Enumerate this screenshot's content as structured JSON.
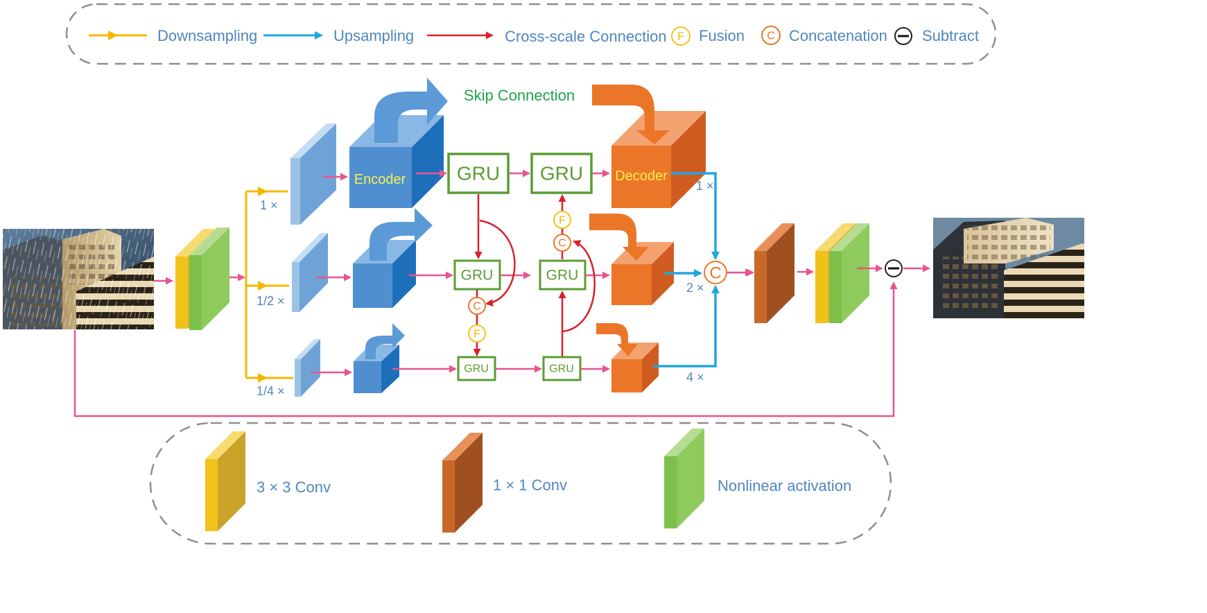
{
  "legend_top": {
    "downsampling": "Downsampling",
    "upsampling": "Upsampling",
    "cross_scale": "Cross-scale Connection",
    "fusion": "Fusion",
    "concatenation": "Concatenation",
    "subtract": "Subtract"
  },
  "legend_bottom": {
    "conv3": "3 × 3 Conv",
    "conv1": "1 × 1 Conv",
    "activation": "Nonlinear activation"
  },
  "diagram": {
    "skip_connection": "Skip Connection",
    "encoder": "Encoder",
    "decoder": "Decoder",
    "gru": "GRU",
    "fusion_symbol": "F",
    "concat_symbol": "C",
    "scale_full": "1 ×",
    "scale_half": "1/2 ×",
    "scale_quarter": "1/4 ×",
    "up_1": "1 ×",
    "up_2": "2 ×",
    "up_4": "4 ×"
  },
  "colors": {
    "downsampling": "#f5b800",
    "upsampling": "#1ea7e1",
    "cross_scale": "#d9202c",
    "pink_flow": "#e8548f",
    "conv3": "#f2c21c",
    "conv1": "#c8692a",
    "activation": "#7dc04b",
    "gru_border": "#5a9d32",
    "encoder": "#4f8fd0",
    "decoder": "#ec7628"
  },
  "icons": {
    "input_image": "rainy-city-photo",
    "output_image": "clean-city-photo",
    "subtract_symbol": "subtract-icon"
  }
}
